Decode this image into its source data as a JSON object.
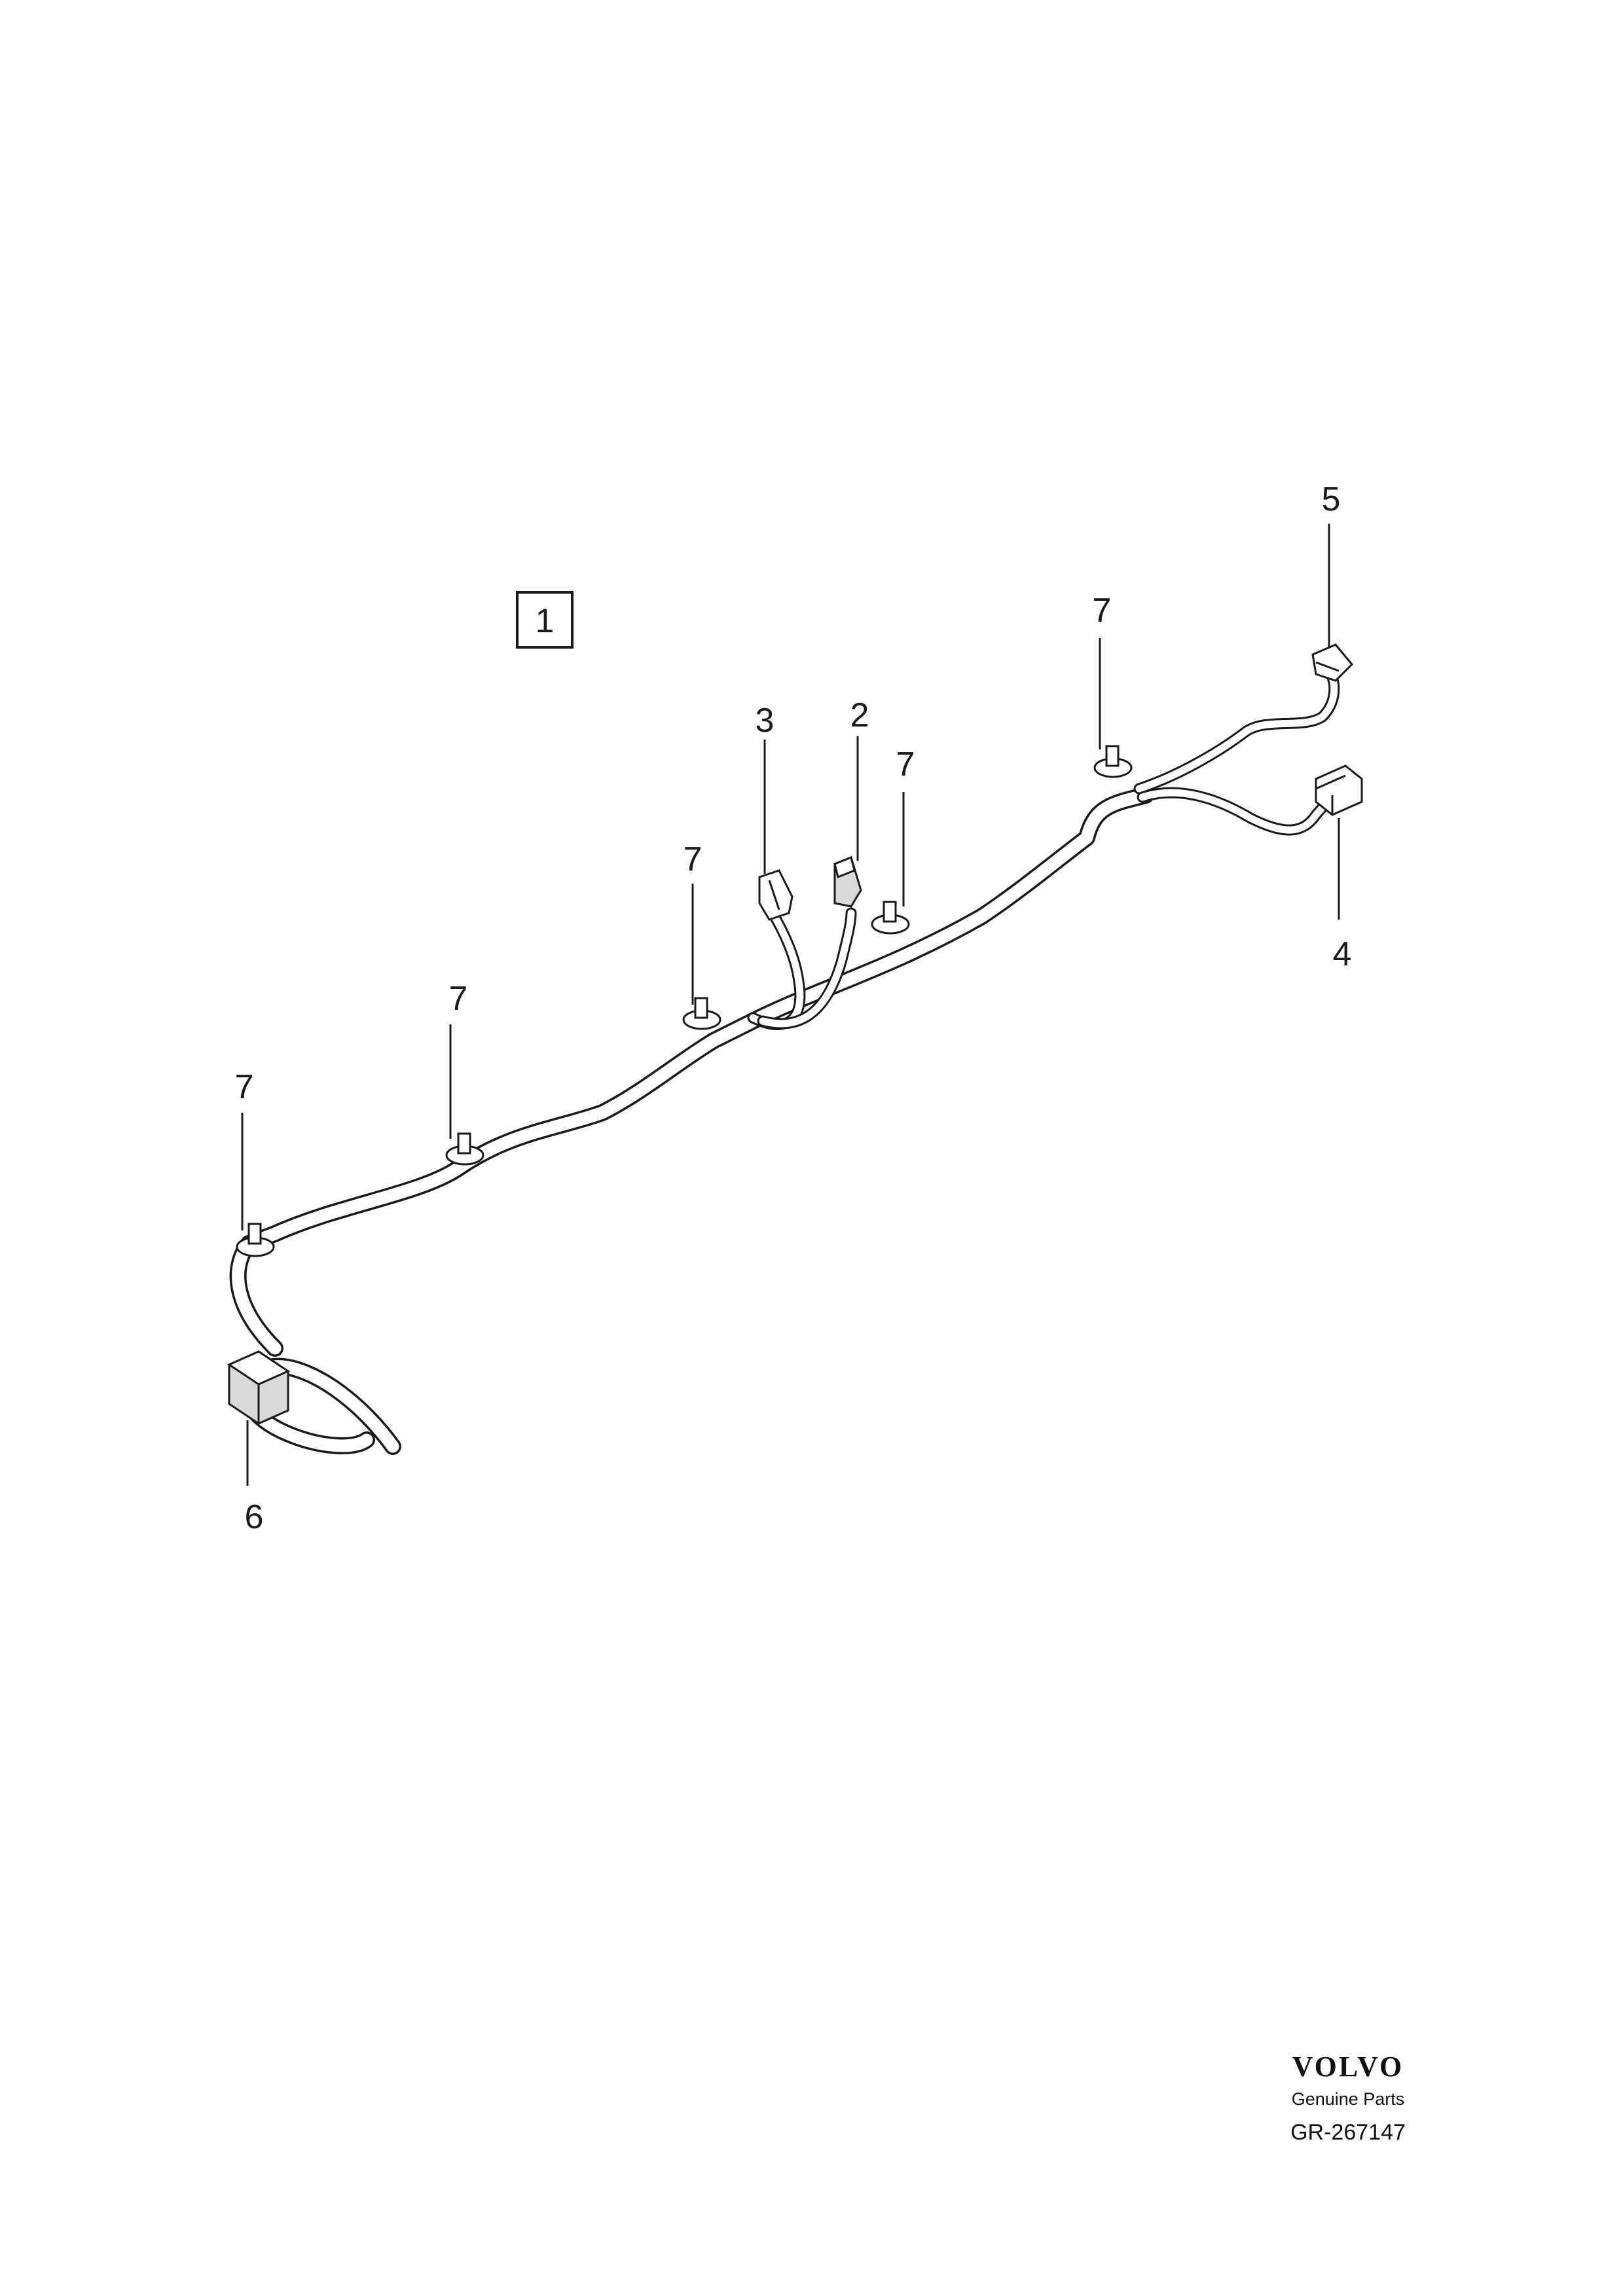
{
  "diagram": {
    "group_box_label": "1",
    "callouts": {
      "c2": "2",
      "c3": "3",
      "c4": "4",
      "c5": "5",
      "c6": "6",
      "clip_a": "7",
      "clip_b": "7",
      "clip_c": "7",
      "clip_d": "7",
      "clip_e": "7"
    }
  },
  "footer": {
    "brand_logo": "VOLVO",
    "brand_subtitle": "Genuine Parts",
    "drawing_reference": "GR-267147"
  }
}
